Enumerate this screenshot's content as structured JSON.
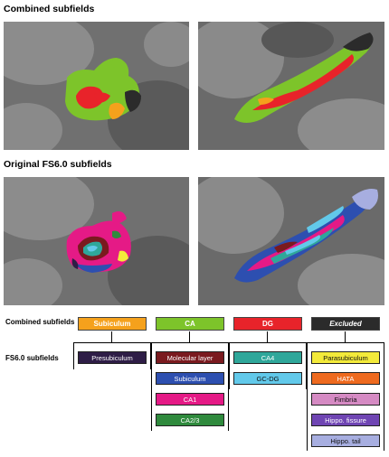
{
  "titles": {
    "combined": "Combined subfields",
    "original": "Original FS6.0 subfields"
  },
  "row_labels": {
    "combined": "Combined subfields",
    "fs6": "FS6.0 subfields"
  },
  "groups": [
    {
      "name": "Subiculum",
      "color": "#f5a11c",
      "italic": false,
      "members": [
        {
          "name": "Presubiculum",
          "color": "#2e1d46",
          "text": "#ffffff"
        }
      ]
    },
    {
      "name": "CA",
      "color": "#7dc42a",
      "italic": false,
      "members": [
        {
          "name": "Molecular layer",
          "color": "#7a1a1f",
          "text": "#ffffff"
        },
        {
          "name": "Subiculum",
          "color": "#2d4fb0",
          "text": "#ffffff"
        },
        {
          "name": "CA1",
          "color": "#e51a86",
          "text": "#ffffff"
        },
        {
          "name": "CA2/3",
          "color": "#2f8a3d",
          "text": "#ffffff"
        }
      ]
    },
    {
      "name": "DG",
      "color": "#e8232a",
      "italic": false,
      "members": [
        {
          "name": "CA4",
          "color": "#2fa79a",
          "text": "#ffffff"
        },
        {
          "name": "GC-DG",
          "color": "#62c9ea",
          "text": "#111111"
        }
      ]
    },
    {
      "name": "Excluded",
      "color": "#2b2b2b",
      "italic": true,
      "members": [
        {
          "name": "Parasubiculum",
          "color": "#f3ea3a",
          "text": "#111111"
        },
        {
          "name": "HATA",
          "color": "#ee6a1f",
          "text": "#ffffff"
        },
        {
          "name": "Fimbria",
          "color": "#d58ac3",
          "text": "#111111"
        },
        {
          "name": "Hippo. fissure",
          "color": "#6f45b3",
          "text": "#ffffff"
        },
        {
          "name": "Hippo. tail",
          "color": "#a7aee0",
          "text": "#111111"
        }
      ]
    }
  ]
}
